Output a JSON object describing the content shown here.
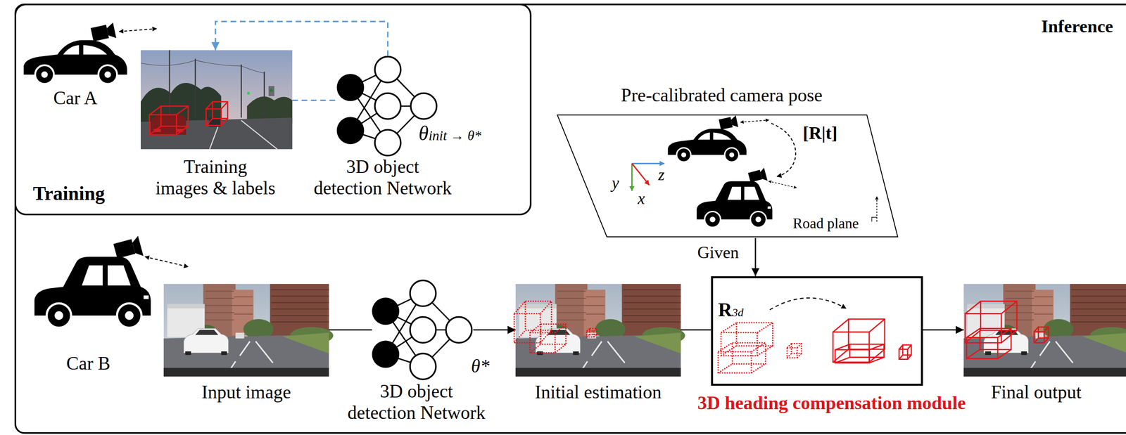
{
  "diagram": {
    "nodes": [
      {
        "text": [
          "Inference"
        ]
      },
      {
        "text": [
          "Training"
        ],
        "in": 0
      },
      {
        "text": [
          "Car A"
        ],
        "in": 1
      },
      {
        "text": [
          "Training images & labels"
        ],
        "in": 1
      },
      {
        "text": [
          "3D object detection Network"
        ],
        "in": 1
      },
      {
        "text": [
          "Pre-calibrated camera pose"
        ],
        "in": 0
      },
      {
        "text": [
          "Car B"
        ],
        "in": 0
      },
      {
        "text": [
          "Input image"
        ],
        "in": 0
      },
      {
        "text": [
          "3D object detection Network"
        ],
        "in": 0
      },
      {
        "text": [
          "Initial estimation"
        ],
        "in": 0
      },
      {
        "text": [
          "3D heading compensation module"
        ],
        "in": 0
      },
      {
        "text": [
          "Final output"
        ],
        "in": 0
      }
    ],
    "edges": [
      {
        "from": 3,
        "to": 4,
        "arrow": "none"
      },
      {
        "from": 4,
        "to": 3,
        "arrow": "to"
      },
      {
        "from": 7,
        "to": 8,
        "arrow": "none"
      },
      {
        "from": 8,
        "to": 9,
        "arrow": "to"
      },
      {
        "from": 9,
        "to": 10,
        "arrow": "none"
      },
      {
        "from": 10,
        "to": 11,
        "arrow": "to"
      },
      {
        "from": 5,
        "to": 10,
        "label": "Given",
        "arrow": "to"
      }
    ],
    "labels": [
      "θinit → θ*",
      "[R|t]",
      "y",
      "z",
      "x",
      "Road plane",
      "R3d",
      "θ*"
    ]
  }
}
